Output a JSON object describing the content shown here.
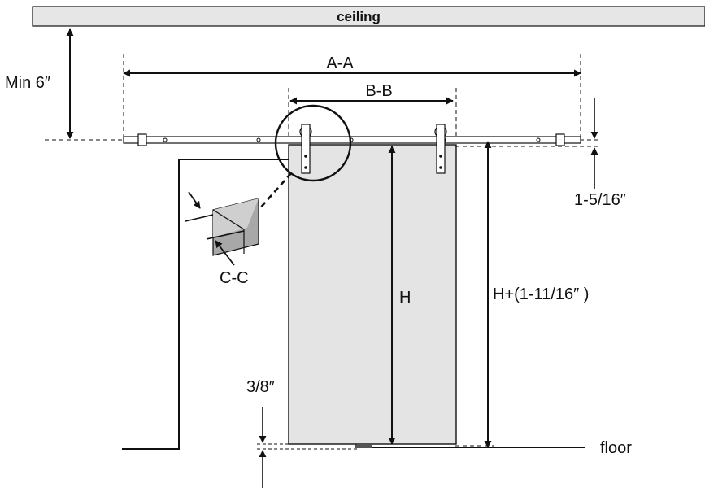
{
  "labels": {
    "ceiling": "ceiling",
    "min_clearance": "Min 6″",
    "a_a": "A-A",
    "b_b": "B-B",
    "rail_offset": "1-5/16″",
    "c_c": "C-C",
    "door_height": "H",
    "rail_height": "H+(1-11/16″  )",
    "floor_gap": "3/8″",
    "floor": "floor"
  },
  "colors": {
    "line": "#111111",
    "door_fill": "#e4e4e4",
    "ceiling_fill": "#e6e6e6",
    "detail_fill": "#a8a8a8",
    "detail_top": "#cfcfcf"
  }
}
